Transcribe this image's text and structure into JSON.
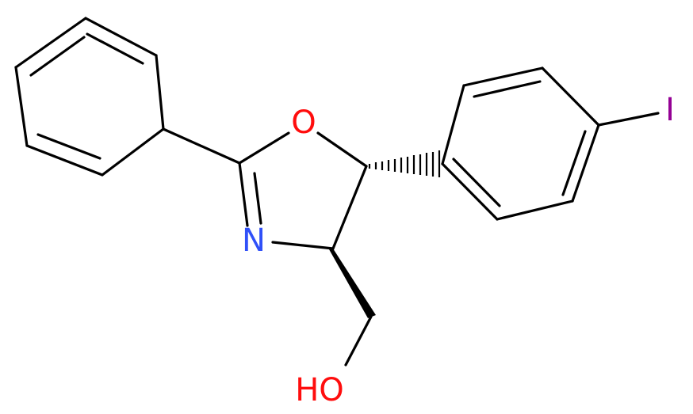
{
  "molecule": {
    "atoms": {
      "oxygen_ring": {
        "symbol": "O",
        "color": "#ff0d0d"
      },
      "nitrogen_ring": {
        "symbol": "N",
        "color": "#3050f8"
      },
      "iodine": {
        "symbol": "I",
        "color": "#940094"
      },
      "hydroxyl": {
        "symbol": "HO",
        "color": "#ff0d0d"
      }
    },
    "bond_color": "#000000",
    "background": "#ffffff"
  }
}
